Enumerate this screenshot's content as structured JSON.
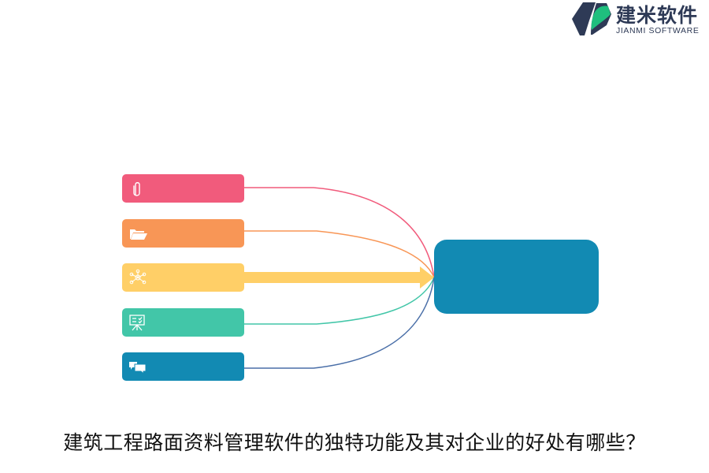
{
  "logo": {
    "name_cn": "建米软件",
    "name_en": "JIANMI SOFTWARE",
    "colors": {
      "dark": "#2e3a56",
      "green": "#1fbf7e"
    }
  },
  "diagram": {
    "center": {
      "label": "",
      "color": "#128ab3"
    },
    "nodes": [
      {
        "id": "node-1",
        "icon": "paperclip-icon",
        "label": "",
        "color": "#f15b7c",
        "connector": "curve"
      },
      {
        "id": "node-2",
        "icon": "folder-open-icon",
        "label": "",
        "color": "#f89656",
        "connector": "curve"
      },
      {
        "id": "node-3",
        "icon": "network-hub-icon",
        "label": "",
        "color": "#ffcf67",
        "connector": "arrow"
      },
      {
        "id": "node-4",
        "icon": "presentation-board-icon",
        "label": "",
        "color": "#42c6a8",
        "connector": "curve"
      },
      {
        "id": "node-5",
        "icon": "chat-bubbles-icon",
        "label": "",
        "color": "#128ab3",
        "connector": "curve",
        "line_color": "#4a6fa8"
      }
    ]
  },
  "caption": "建筑工程路面资料管理软件的独特功能及其对企业的好处有哪些？"
}
